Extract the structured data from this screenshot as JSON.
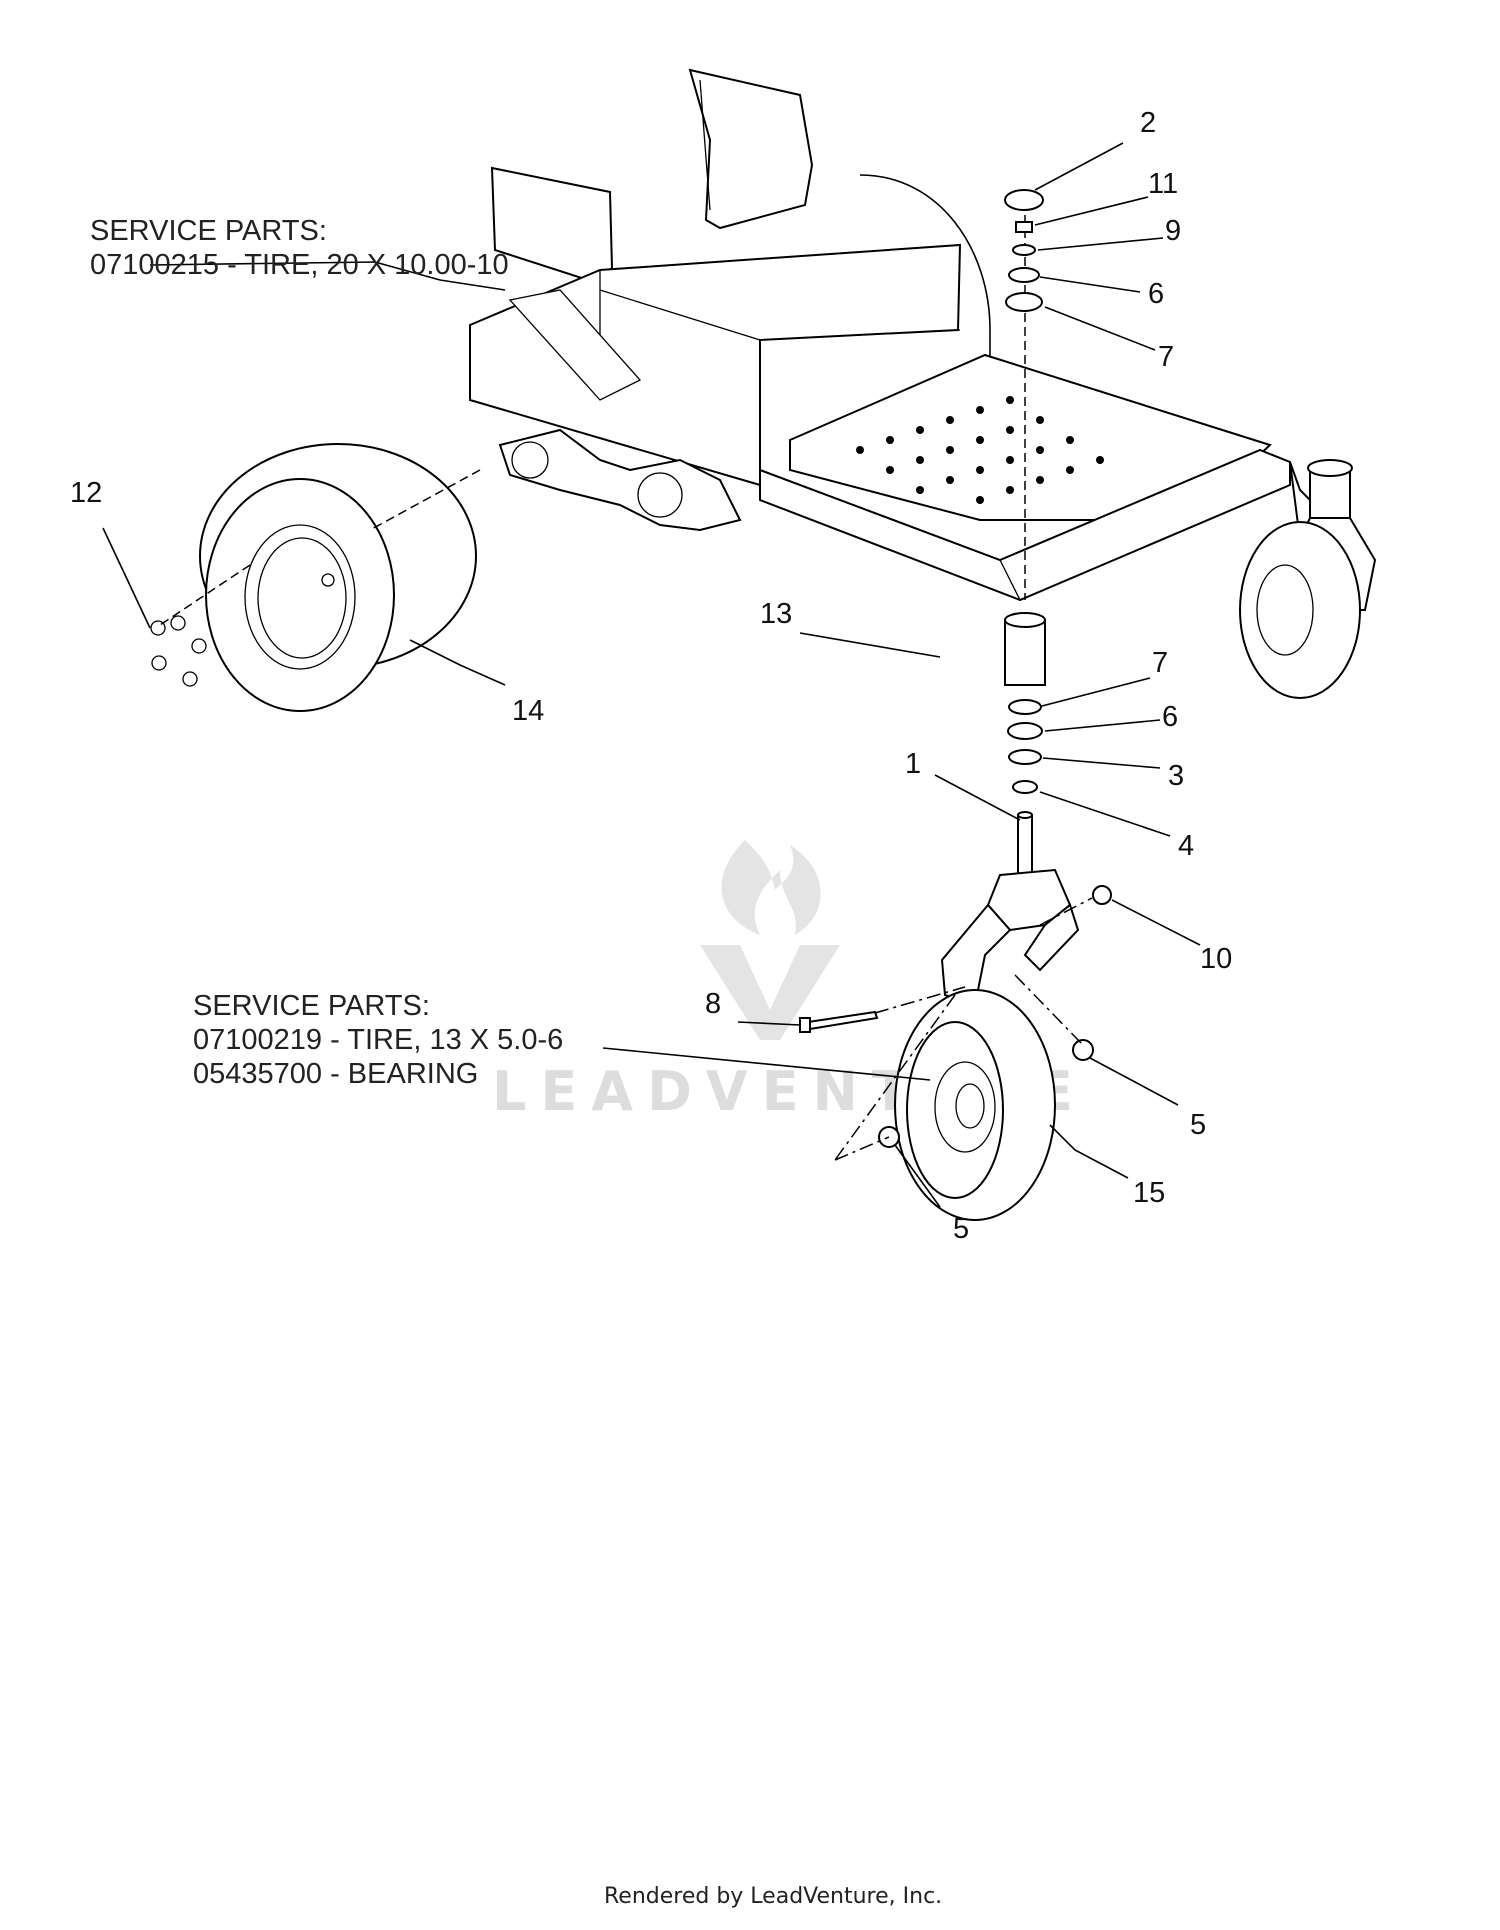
{
  "callouts": [
    {
      "id": "c2",
      "text": "2"
    },
    {
      "id": "c11",
      "text": "11"
    },
    {
      "id": "c9",
      "text": "9"
    },
    {
      "id": "c6a",
      "text": "6"
    },
    {
      "id": "c7a",
      "text": "7"
    },
    {
      "id": "c12",
      "text": "12"
    },
    {
      "id": "c14",
      "text": "14"
    },
    {
      "id": "c13",
      "text": "13"
    },
    {
      "id": "c7b",
      "text": "7"
    },
    {
      "id": "c6b",
      "text": "6"
    },
    {
      "id": "c1",
      "text": "1"
    },
    {
      "id": "c3",
      "text": "3"
    },
    {
      "id": "c4",
      "text": "4"
    },
    {
      "id": "c10",
      "text": "10"
    },
    {
      "id": "c8",
      "text": "8"
    },
    {
      "id": "c5a",
      "text": "5"
    },
    {
      "id": "c15",
      "text": "15"
    },
    {
      "id": "c5b",
      "text": "5"
    }
  ],
  "service_rear": {
    "heading": "SERVICE PARTS:",
    "lines": [
      "07100215 - TIRE, 20 X 10.00-10"
    ]
  },
  "service_front": {
    "heading": "SERVICE PARTS:",
    "lines": [
      "07100219 - TIRE, 13 X 5.0-6",
      "05435700 - BEARING"
    ]
  },
  "watermark": "LEADVENTURE",
  "footer": "Rendered by LeadVenture, Inc."
}
